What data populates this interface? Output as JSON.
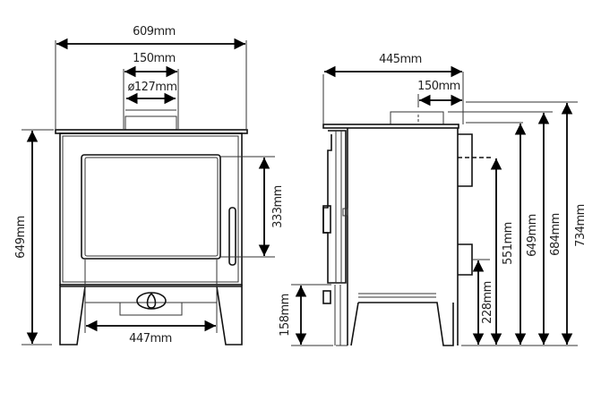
{
  "front_view": {
    "width_overall": "609mm",
    "flue_outer": "150mm",
    "flue_diameter": "ø127mm",
    "glass_height": "333mm",
    "body_height": "649mm",
    "leg_span": "447mm"
  },
  "side_view": {
    "leg_height": "158mm",
    "depth_overall": "445mm",
    "flue_offset": "150mm",
    "rear_outlet_low": "228mm",
    "rear_outlet_high": "551mm",
    "height_body": "649mm",
    "height_flue_collar": "684mm",
    "height_overall": "734mm"
  },
  "colors": {
    "line": "#111111",
    "background": "#ffffff"
  }
}
